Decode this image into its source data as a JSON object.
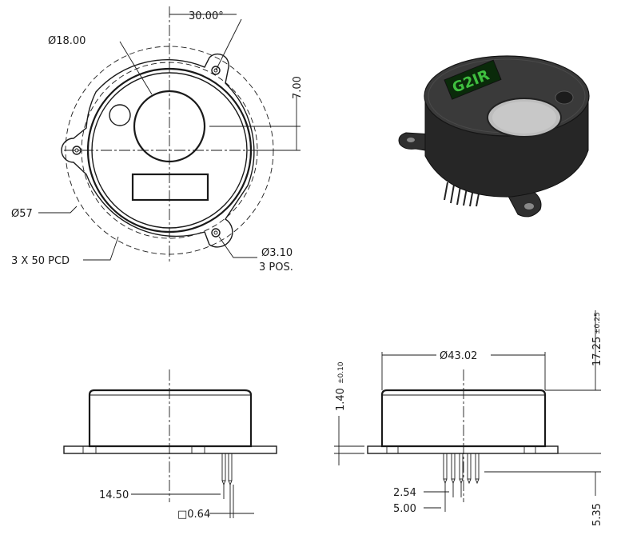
{
  "dimensions": {
    "angle": "30.00°",
    "window_diameter": "Ø18.00",
    "offset": "7.00",
    "outer_diameter": "Ø57",
    "pcd": "3 X 50 PCD",
    "hole_diameter": "Ø3.10",
    "hole_count": "3 POS.",
    "height_main": "17.25",
    "height_tol": "±0.25",
    "flange_thickness": "1.40",
    "flange_tol": "±0.10",
    "body_diameter": "Ø43.02",
    "pin_pitch": "2.54",
    "pin_span": "5.00",
    "pin_length": "5.35",
    "pin_offset": "14.50",
    "pin_square": "□0.64"
  },
  "logo": {
    "text": "G2IR",
    "color": "#3fbf3f"
  },
  "colors": {
    "sensor_body": "#2b2b2b",
    "sensor_top": "#3a3a3a",
    "filter": "#bdbdbd"
  }
}
